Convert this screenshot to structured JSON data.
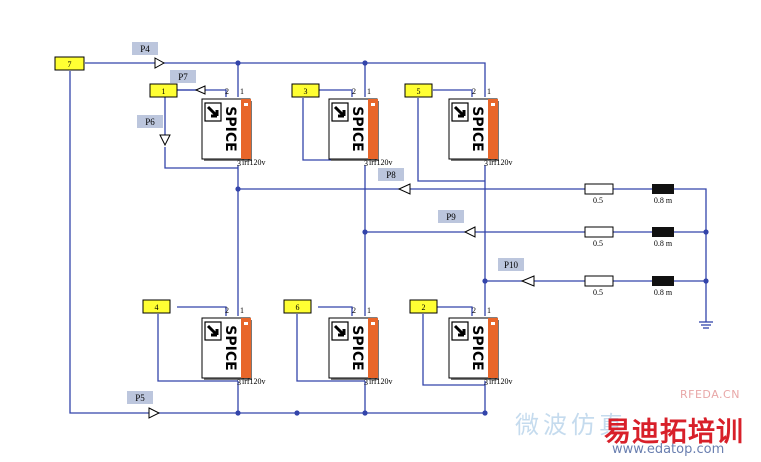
{
  "colors": {
    "wire": "#3344aa",
    "port_fill": "#ffff33",
    "probe_fill": "#bcc6dd",
    "spice_orange": "#e8662a",
    "inductor_fill": "#111111"
  },
  "mosfets": [
    {
      "id": "q1",
      "gate_label": "1",
      "pin_gate": "2",
      "pin_drain": "1",
      "pin_source": "3",
      "model": "irf120v",
      "icon_text": "SPICE",
      "icon": "spice-icon"
    },
    {
      "id": "q3",
      "gate_label": "3",
      "pin_gate": "2",
      "pin_drain": "1",
      "pin_source": "3",
      "model": "irf120v",
      "icon_text": "SPICE",
      "icon": "spice-icon"
    },
    {
      "id": "q5",
      "gate_label": "5",
      "pin_gate": "2",
      "pin_drain": "1",
      "pin_source": "3",
      "model": "irf120v",
      "icon_text": "SPICE",
      "icon": "spice-icon"
    },
    {
      "id": "q4",
      "gate_label": "4",
      "pin_gate": "2",
      "pin_drain": "1",
      "pin_source": "3",
      "model": "irf120v",
      "icon_text": "SPICE",
      "icon": "spice-icon"
    },
    {
      "id": "q6",
      "gate_label": "6",
      "pin_gate": "2",
      "pin_drain": "1",
      "pin_source": "3",
      "model": "irf120v",
      "icon_text": "SPICE",
      "icon": "spice-icon"
    },
    {
      "id": "q2",
      "gate_label": "2",
      "pin_gate": "2",
      "pin_drain": "1",
      "pin_source": "3",
      "model": "irf120v",
      "icon_text": "SPICE",
      "icon": "spice-icon"
    }
  ],
  "dc_port_label": "7",
  "probes": [
    "P4",
    "P7",
    "P6",
    "P8",
    "P9",
    "P10",
    "P5"
  ],
  "loads": [
    {
      "resistor": "0.5",
      "inductor": "0.8 m"
    },
    {
      "resistor": "0.5",
      "inductor": "0.8 m"
    },
    {
      "resistor": "0.5",
      "inductor": "0.8 m"
    }
  ],
  "watermark": {
    "site1": "RFEDA.CN",
    "brand_cn": "易迪拓培训",
    "site2": "www.edatop.com",
    "faint_cn": "微波仿真"
  }
}
